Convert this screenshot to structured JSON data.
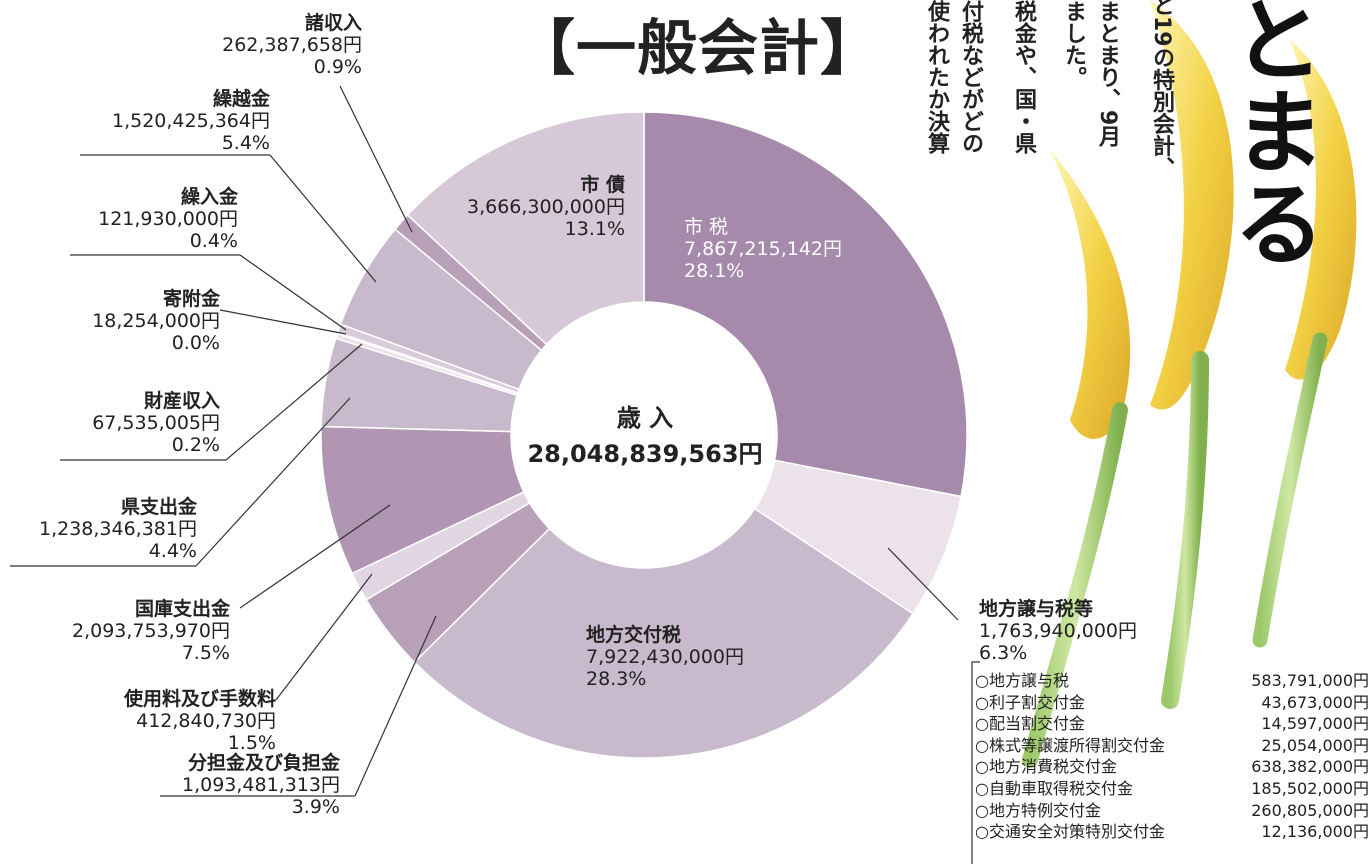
{
  "title": "【一般会計】",
  "header_columns": [
    "使われたか決算",
    "付税などがどの",
    "税金や、国・県",
    "ました。",
    "まとまり、9月",
    "と19の特別会計、"
  ],
  "big_title": "とまる",
  "center": {
    "label": "歳 入",
    "total": "28,048,839,563円"
  },
  "colors": {
    "accent": "#a68aab",
    "mid": "#c9b9cc",
    "light": "#ece2ea",
    "slice_light": "#e8dce8",
    "line": "#222222"
  },
  "chart_data": {
    "type": "pie",
    "style": "donut",
    "start_angle_deg": 0,
    "direction": "clockwise",
    "slices": [
      {
        "name": "市 税",
        "value": 7867215142,
        "value_label": "7,867,215,142円",
        "percent": "28.1%"
      },
      {
        "name": "地方譲与税等",
        "value": 1763940000,
        "value_label": "1,763,940,000円",
        "percent": "6.3%"
      },
      {
        "name": "地方交付税",
        "value": 7922430000,
        "value_label": "7,922,430,000円",
        "percent": "28.3%"
      },
      {
        "name": "分担金及び負担金",
        "value": 1093481313,
        "value_label": "1,093,481,313円",
        "percent": "3.9%"
      },
      {
        "name": "使用料及び手数料",
        "value": 412840730,
        "value_label": "412,840,730円",
        "percent": "1.5%"
      },
      {
        "name": "国庫支出金",
        "value": 2093753970,
        "value_label": "2,093,753,970円",
        "percent": "7.5%"
      },
      {
        "name": "県支出金",
        "value": 1238346381,
        "value_label": "1,238,346,381円",
        "percent": "4.4%"
      },
      {
        "name": "財産収入",
        "value": 67535005,
        "value_label": "67,535,005円",
        "percent": "0.2%"
      },
      {
        "name": "寄附金",
        "value": 18254000,
        "value_label": "18,254,000円",
        "percent": "0.0%"
      },
      {
        "name": "繰入金",
        "value": 121930000,
        "value_label": "121,930,000円",
        "percent": "0.4%"
      },
      {
        "name": "繰越金",
        "value": 1520425364,
        "value_label": "1,520,425,364円",
        "percent": "5.4%"
      },
      {
        "name": "諸収入",
        "value": 262387658,
        "value_label": "262,387,658円",
        "percent": "0.9%"
      },
      {
        "name": "市 債",
        "value": 3666300000,
        "value_label": "3,666,300,000円",
        "percent": "13.1%"
      }
    ],
    "breakdown": {
      "parent": "地方譲与税等",
      "items": [
        {
          "label": "○地方譲与税",
          "value": "583,791,000円"
        },
        {
          "label": "○利子割交付金",
          "value": "43,673,000円"
        },
        {
          "label": "○配当割交付金",
          "value": "14,597,000円"
        },
        {
          "label": "○株式等譲渡所得割交付金",
          "value": "25,054,000円"
        },
        {
          "label": "○地方消費税交付金",
          "value": "638,382,000円"
        },
        {
          "label": "○自動車取得税交付金",
          "value": "185,502,000円"
        },
        {
          "label": "○地方特例交付金",
          "value": "260,805,000円"
        },
        {
          "label": "○交通安全対策特別交付金",
          "value": "12,136,000円"
        }
      ]
    }
  }
}
